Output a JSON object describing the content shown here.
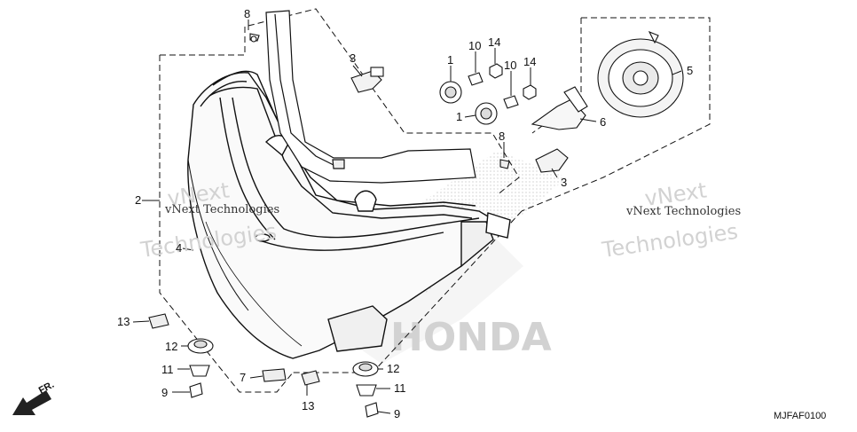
{
  "diagram": {
    "callouts": [
      "8",
      "3",
      "1",
      "10",
      "14",
      "10",
      "14",
      "1",
      "5",
      "6",
      "8",
      "3",
      "2",
      "4",
      "13",
      "12",
      "11",
      "9",
      "7",
      "13",
      "12",
      "11",
      "9"
    ],
    "watermark": {
      "line1": "vNext",
      "line2": "Technologies",
      "inline_left": "vNext Technologies",
      "inline_right": "vNext Technologies"
    },
    "background_mark": "HONDA",
    "direction_label": "FR.",
    "drawing_code": "MJFAF0100"
  }
}
